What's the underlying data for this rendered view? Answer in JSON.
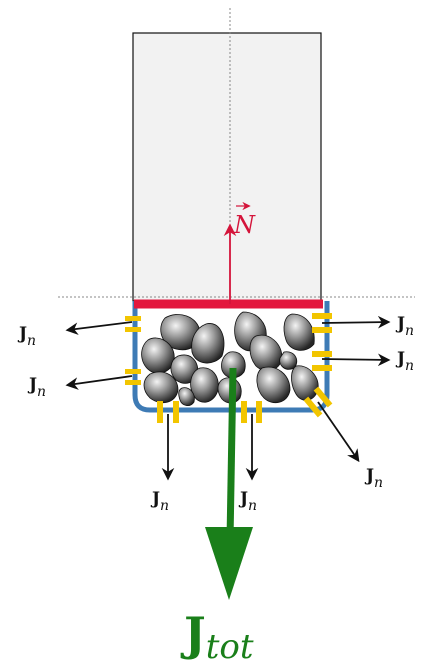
{
  "labels": {
    "normal_vector": "N",
    "flux_main": "J",
    "flux_sub": "n",
    "total_main": "J",
    "total_sub": "tot"
  },
  "colors": {
    "block_fill": "#f2f2f2",
    "block_stroke": "#111111",
    "interface_red": "#e3173d",
    "container_blue": "#3e7bb5",
    "pad_yellow": "#f2c500",
    "total_arrow_green": "#1a7f1a",
    "normal_arrow": "#d4143a",
    "flux_arrow": "#111111"
  }
}
